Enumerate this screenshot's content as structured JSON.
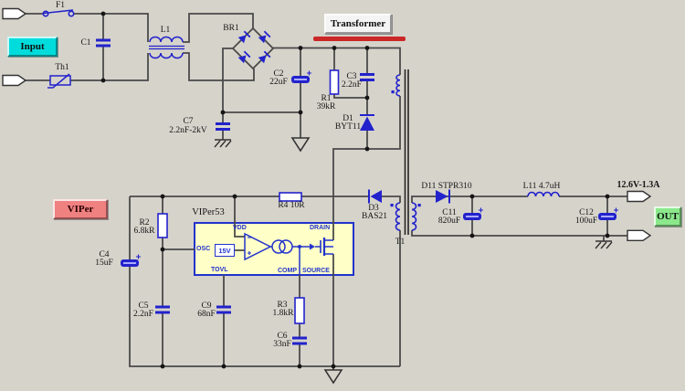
{
  "buttons": {
    "input": "Input",
    "viper": "VIPer",
    "transformer": "Transformer",
    "out": "OUT"
  },
  "output_rating": "12.6V-1.3A",
  "chip": {
    "name": "VIPer53",
    "internal_regulator": "15V",
    "pins": {
      "vdd": "VDD",
      "drain": "DRAIN",
      "osc": "OSC",
      "tovl": "TOVL",
      "comp": "COMP",
      "source": "SOURCE"
    }
  },
  "components": {
    "f1": {
      "ref": "F1"
    },
    "th1": {
      "ref": "Th1"
    },
    "c1": {
      "ref": "C1"
    },
    "l1": {
      "ref": "L1"
    },
    "br1": {
      "ref": "BR1"
    },
    "c2": {
      "ref": "C2",
      "value": "22uF"
    },
    "c7": {
      "ref": "C7",
      "value": "2.2nF-2kV"
    },
    "r1": {
      "ref": "R1",
      "value": "39kR"
    },
    "c3": {
      "ref": "C3",
      "value": "2.2nF"
    },
    "d1": {
      "ref": "D1",
      "value": "BYT11"
    },
    "r4": {
      "ref": "R4 10R"
    },
    "d3": {
      "ref": "D3",
      "value": "BAS21"
    },
    "t1": {
      "ref": "T1"
    },
    "d11": {
      "ref": "D11 STPR310"
    },
    "c11": {
      "ref": "C11",
      "value": "820uF"
    },
    "l11": {
      "ref": "L11 4.7uH"
    },
    "c12": {
      "ref": "C12",
      "value": "100uF"
    },
    "r2": {
      "ref": "R2",
      "value": "6.8kR"
    },
    "c4": {
      "ref": "C4",
      "value": "15uF"
    },
    "c5": {
      "ref": "C5",
      "value": "2.2nF"
    },
    "c9": {
      "ref": "C9",
      "value": "68nF"
    },
    "r3": {
      "ref": "R3",
      "value": "1.8kR"
    },
    "c6": {
      "ref": "C6",
      "value": "33nF"
    }
  },
  "colors": {
    "background": "#d6d3cb",
    "wire": "#4a4a4a",
    "symbol_blue": "#2222cc",
    "chip_fill": "#ffffc8",
    "button_input": "#00dcdc",
    "button_viper": "#ef8181",
    "button_out": "#8be88b",
    "underline_red": "#cb2727"
  }
}
